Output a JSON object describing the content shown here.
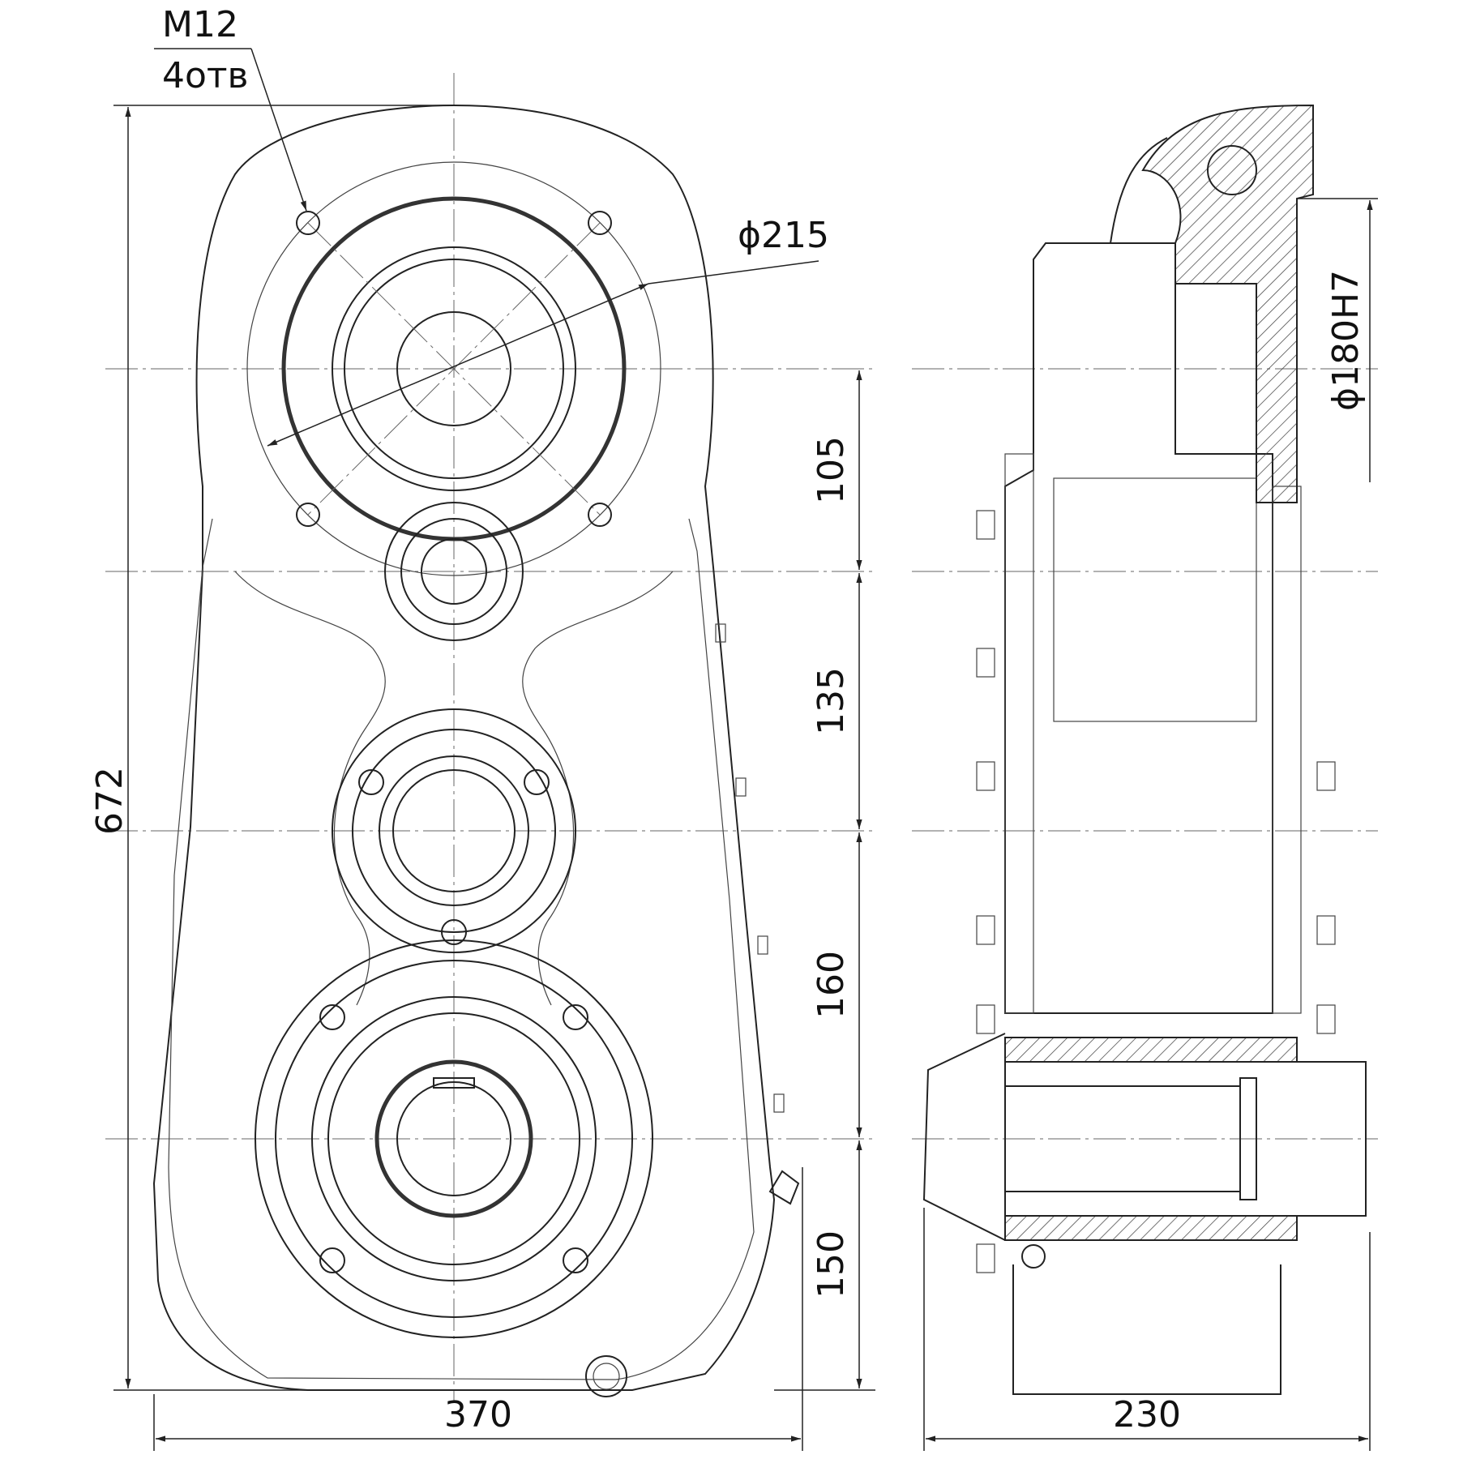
{
  "labels": {
    "thread": "M12",
    "holes": "4отв",
    "flange_dia": "ϕ215",
    "bore": "ϕ180H7",
    "height": "672",
    "spacing_1": "105",
    "spacing_2": "135",
    "spacing_3": "160",
    "spacing_4": "150",
    "width": "370",
    "depth": "230"
  }
}
